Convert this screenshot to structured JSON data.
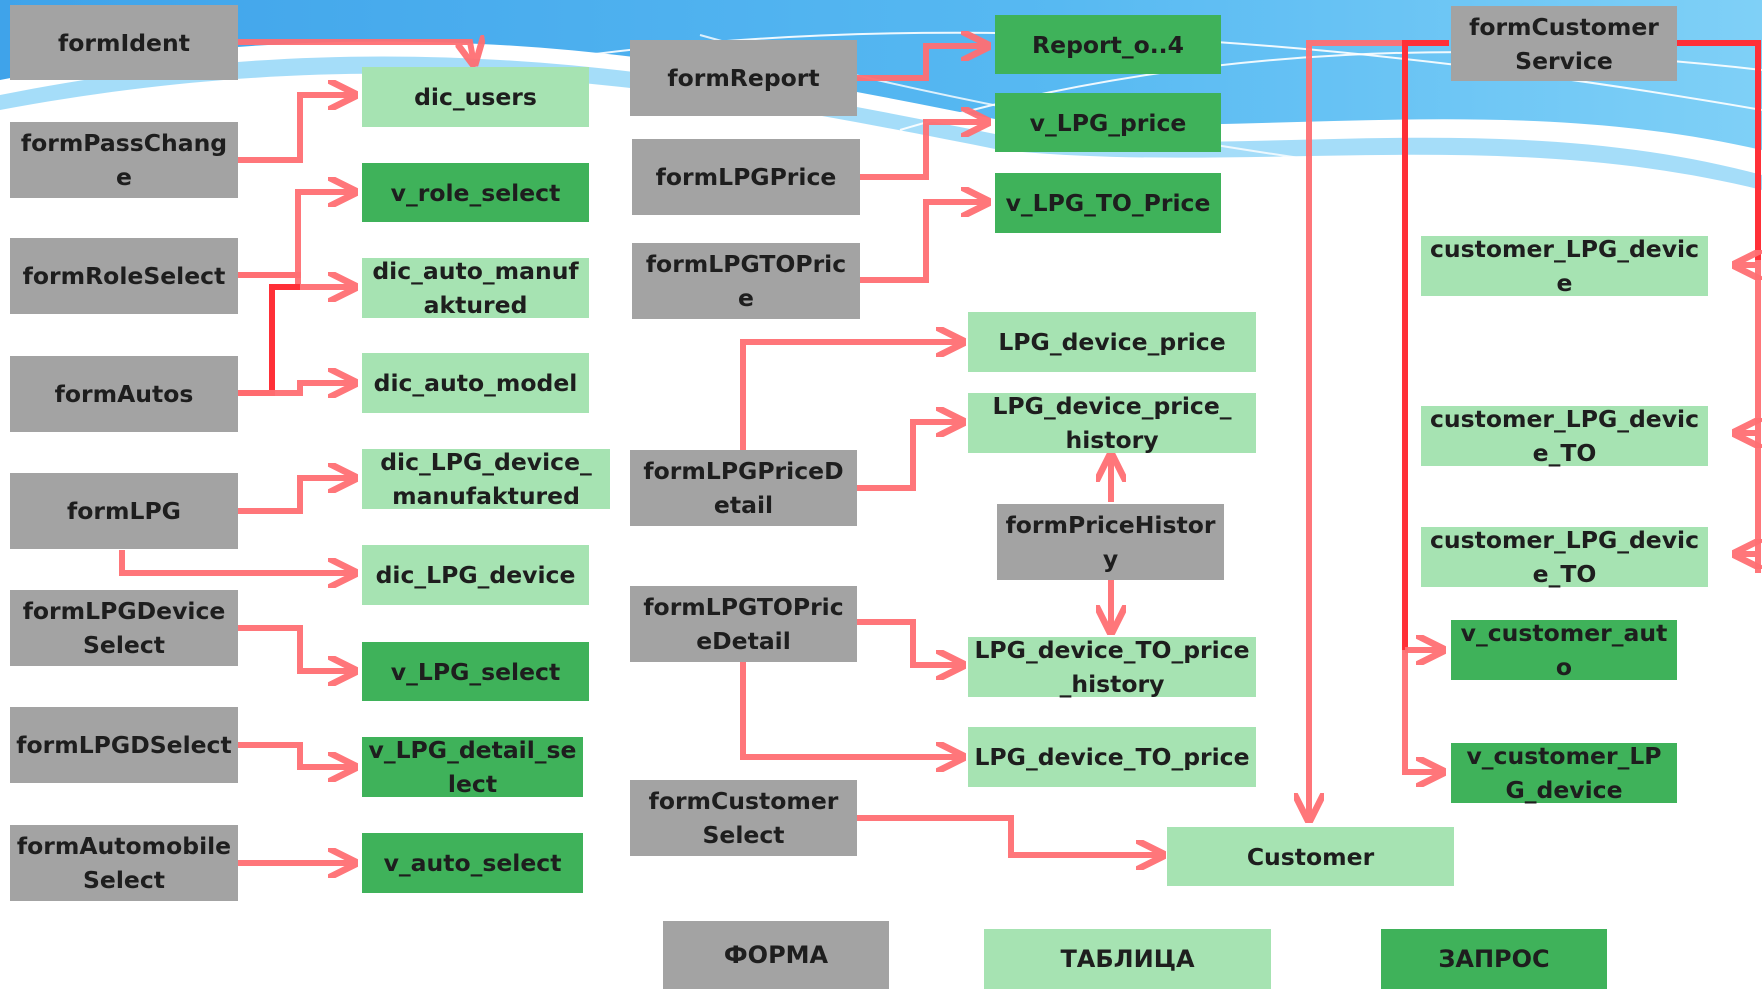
{
  "colors": {
    "form": "#a3a3a3",
    "table": "#a6e3b2",
    "query": "#3fb25a",
    "arrow": "#ff6f73",
    "arrow_strong": "#ff2f37",
    "sky": "#3fa9ec"
  },
  "nodes": {
    "formIdent": {
      "label": "formIdent",
      "kind": "form"
    },
    "formPassChange": {
      "label": "formPassChange",
      "kind": "form"
    },
    "formRoleSelect": {
      "label": "formRoleSelect",
      "kind": "form"
    },
    "formAutos": {
      "label": "formAutos",
      "kind": "form"
    },
    "formLPG": {
      "label": "formLPG",
      "kind": "form"
    },
    "formLPGDeviceSelect": {
      "label": "formLPGDeviceSelect",
      "kind": "form"
    },
    "formLPGDSelect": {
      "label": "formLPGDSelect",
      "kind": "form"
    },
    "formAutomobileSelect": {
      "label": "formAutomobileSelect",
      "kind": "form"
    },
    "dic_users": {
      "label": "dic_users",
      "kind": "table"
    },
    "v_role_select": {
      "label": "v_role_select",
      "kind": "query"
    },
    "dic_auto_manufakture": {
      "label": "dic_auto_manufaktured",
      "kind": "table"
    },
    "dic_auto_model": {
      "label": "dic_auto_model",
      "kind": "table"
    },
    "dic_LPG_device_manuf": {
      "label": "dic_LPG_device_manufaktured",
      "kind": "table"
    },
    "dic_LPG_device": {
      "label": "dic_LPG_device",
      "kind": "table"
    },
    "v_LPG_select": {
      "label": "v_LPG_select",
      "kind": "query"
    },
    "v_LPG_detail_select": {
      "label": "v_LPG_detail_select",
      "kind": "query"
    },
    "v_auto_select": {
      "label": "v_auto_select",
      "kind": "query"
    },
    "formReport": {
      "label": "formReport",
      "kind": "form"
    },
    "formLPGPrice": {
      "label": "formLPGPrice",
      "kind": "form"
    },
    "formLPGTOPrice": {
      "label": "formLPGTOPrice",
      "kind": "form"
    },
    "formLPGPriceDetail": {
      "label": "formLPGPriceDetail",
      "kind": "form"
    },
    "formLPGTOPriceDetail": {
      "label": "formLPGTOPriceDetail",
      "kind": "form"
    },
    "formCustomerSelect": {
      "label": "formCustomer Select",
      "kind": "form"
    },
    "Report_o4": {
      "label": "Report_o..4",
      "kind": "query"
    },
    "v_LPG_price": {
      "label": "v_LPG_price",
      "kind": "query"
    },
    "v_LPG_TO_Price": {
      "label": "v_LPG_TO_Price",
      "kind": "query"
    },
    "LPG_device_price": {
      "label": "LPG_device_price",
      "kind": "table"
    },
    "LPG_device_price_history": {
      "label": "LPG_device_price_ history",
      "kind": "table"
    },
    "formPriceHistory": {
      "label": "formPriceHistory",
      "kind": "form"
    },
    "LPG_device_TO_price_history": {
      "label": "LPG_device_TO_price_history",
      "kind": "table"
    },
    "LPG_device_TO_price": {
      "label": "LPG_device_TO_price",
      "kind": "table"
    },
    "Customer": {
      "label": "Customer",
      "kind": "table"
    },
    "formCustomerService": {
      "label": "formCustomer Service",
      "kind": "form"
    },
    "customer_LPG_device": {
      "label": "customer_LPG_device",
      "kind": "table"
    },
    "customer_LPG_device_TO_1": {
      "label": "customer_LPG_device_TO",
      "kind": "table"
    },
    "customer_LPG_device_TO_2": {
      "label": "customer_LPG_device_TO",
      "kind": "table"
    },
    "v_customer_auto": {
      "label": "v_customer_auto",
      "kind": "query"
    },
    "v_customer_LPG_device": {
      "label": "v_customer_LPG_device",
      "kind": "query"
    }
  },
  "legend": {
    "form": "ФОРМА",
    "table": "ТАБЛИЦА",
    "query": "ЗАПРОС"
  },
  "edges": [
    {
      "from": "formIdent",
      "to": "dic_users"
    },
    {
      "from": "formPassChange",
      "to": "dic_users"
    },
    {
      "from": "formRoleSelect",
      "to": "v_role_select"
    },
    {
      "from": "formRoleSelect",
      "to": "dic_auto_manufakture"
    },
    {
      "from": "formAutos",
      "to": "dic_auto_manufakture"
    },
    {
      "from": "formAutos",
      "to": "dic_auto_model"
    },
    {
      "from": "formLPG",
      "to": "dic_LPG_device_manuf"
    },
    {
      "from": "formLPG",
      "to": "dic_LPG_device"
    },
    {
      "from": "formLPGDeviceSelect",
      "to": "v_LPG_select"
    },
    {
      "from": "formLPGDSelect",
      "to": "v_LPG_detail_select"
    },
    {
      "from": "formAutomobileSelect",
      "to": "v_auto_select"
    },
    {
      "from": "formReport",
      "to": "Report_o4"
    },
    {
      "from": "formLPGPrice",
      "to": "v_LPG_price"
    },
    {
      "from": "formLPGTOPrice",
      "to": "v_LPG_TO_Price"
    },
    {
      "from": "formLPGPriceDetail",
      "to": "LPG_device_price"
    },
    {
      "from": "formLPGPriceDetail",
      "to": "LPG_device_price_history"
    },
    {
      "from": "formPriceHistory",
      "to": "LPG_device_price_history"
    },
    {
      "from": "formPriceHistory",
      "to": "LPG_device_TO_price_history"
    },
    {
      "from": "formLPGTOPriceDetail",
      "to": "LPG_device_TO_price_history"
    },
    {
      "from": "formLPGTOPriceDetail",
      "to": "LPG_device_TO_price"
    },
    {
      "from": "formCustomerSelect",
      "to": "Customer"
    },
    {
      "from": "formCustomerService",
      "to": "Customer"
    },
    {
      "from": "formCustomerService",
      "to": "customer_LPG_device"
    },
    {
      "from": "formCustomerService",
      "to": "customer_LPG_device_TO_1"
    },
    {
      "from": "formCustomerService",
      "to": "customer_LPG_device_TO_2"
    },
    {
      "from": "formCustomerService",
      "to": "v_customer_auto"
    },
    {
      "from": "formCustomerService",
      "to": "v_customer_LPG_device"
    }
  ]
}
